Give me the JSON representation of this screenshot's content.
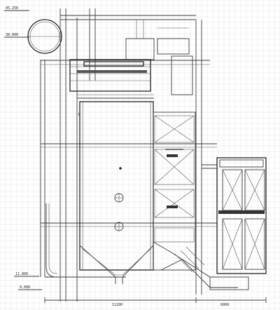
{
  "elevations": {
    "top": "45.250",
    "drum": "38.000",
    "lower": "11.000",
    "ground": "0.000"
  },
  "dimensions": {
    "bottom_left": "11200",
    "bottom_right": "6000"
  },
  "colors": {
    "line": "#3a3a3a",
    "grid": "#e3e3e3",
    "background": "#ffffff"
  }
}
